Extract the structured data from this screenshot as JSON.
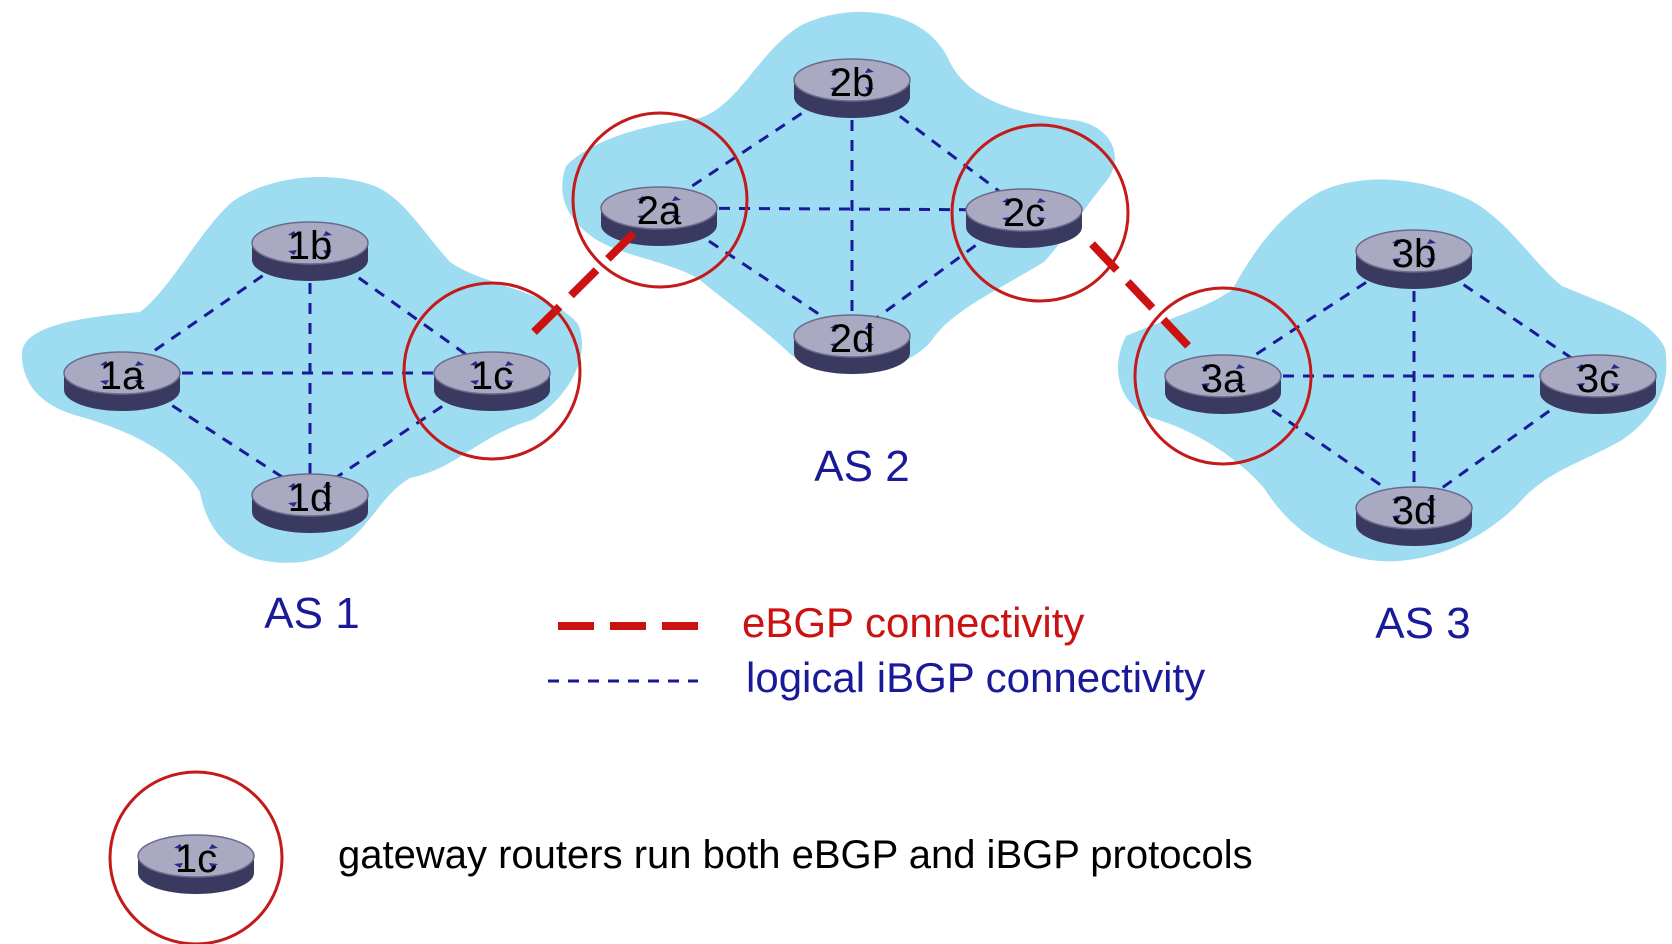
{
  "colors": {
    "cloud": "#9EDCF2",
    "as_text": "#1A1A99",
    "ibgp_line": "#1A1A99",
    "ebgp_line": "#CC1111",
    "gateway_ring": "#C41A1A",
    "router_top": "#A9A9C2",
    "router_side": "#3A3A60",
    "body_text": "#000000"
  },
  "autonomous_systems": [
    {
      "id": "as1",
      "label": "AS 1",
      "routers": [
        "1a",
        "1b",
        "1c",
        "1d"
      ]
    },
    {
      "id": "as2",
      "label": "AS 2",
      "routers": [
        "2a",
        "2b",
        "2c",
        "2d"
      ]
    },
    {
      "id": "as3",
      "label": "AS 3",
      "routers": [
        "3a",
        "3b",
        "3c",
        "3d"
      ]
    }
  ],
  "routers": [
    {
      "id": "1a",
      "label": "1a",
      "gateway": false
    },
    {
      "id": "1b",
      "label": "1b",
      "gateway": false
    },
    {
      "id": "1c",
      "label": "1c",
      "gateway": true
    },
    {
      "id": "1d",
      "label": "1d",
      "gateway": false
    },
    {
      "id": "2a",
      "label": "2a",
      "gateway": true
    },
    {
      "id": "2b",
      "label": "2b",
      "gateway": false
    },
    {
      "id": "2c",
      "label": "2c",
      "gateway": true
    },
    {
      "id": "2d",
      "label": "2d",
      "gateway": false
    },
    {
      "id": "3a",
      "label": "3a",
      "gateway": true
    },
    {
      "id": "3b",
      "label": "3b",
      "gateway": false
    },
    {
      "id": "3c",
      "label": "3c",
      "gateway": false
    },
    {
      "id": "3d",
      "label": "3d",
      "gateway": false
    }
  ],
  "ibgp_links": [
    [
      "1a",
      "1b"
    ],
    [
      "1a",
      "1c"
    ],
    [
      "1a",
      "1d"
    ],
    [
      "1b",
      "1c"
    ],
    [
      "1b",
      "1d"
    ],
    [
      "1c",
      "1d"
    ],
    [
      "2a",
      "2b"
    ],
    [
      "2a",
      "2c"
    ],
    [
      "2a",
      "2d"
    ],
    [
      "2b",
      "2c"
    ],
    [
      "2b",
      "2d"
    ],
    [
      "2c",
      "2d"
    ],
    [
      "3a",
      "3b"
    ],
    [
      "3a",
      "3c"
    ],
    [
      "3a",
      "3d"
    ],
    [
      "3b",
      "3c"
    ],
    [
      "3b",
      "3d"
    ],
    [
      "3c",
      "3d"
    ]
  ],
  "ebgp_links": [
    [
      "1c",
      "2a"
    ],
    [
      "2c",
      "3a"
    ]
  ],
  "legend": {
    "ebgp_label": "eBGP connectivity",
    "ibgp_label": "logical iBGP connectivity"
  },
  "note": {
    "router_label": "1c",
    "text": "gateway routers run both eBGP and iBGP protocols"
  }
}
